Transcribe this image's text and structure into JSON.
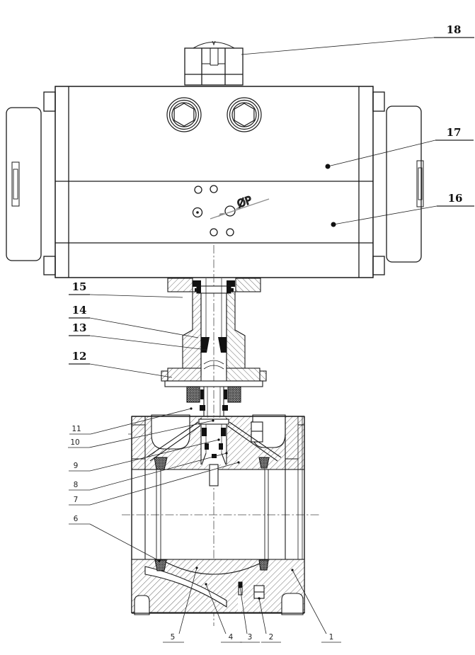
{
  "drawing": {
    "type": "technical-section",
    "subject": "Pneumatic actuator mounted on trunnion ball valve - sectional assembly drawing",
    "background": "#ffffff",
    "line_color": "#1a1a1a",
    "dim_color": "#8c8c8c",
    "seal_color": "#111111",
    "annotations": {
      "pressure_port": "ØP"
    },
    "callouts": [
      {
        "label": "1"
      },
      {
        "label": "2"
      },
      {
        "label": "3"
      },
      {
        "label": "4"
      },
      {
        "label": "5"
      },
      {
        "label": "6"
      },
      {
        "label": "7"
      },
      {
        "label": "8"
      },
      {
        "label": "9"
      },
      {
        "label": "10"
      },
      {
        "label": "11"
      },
      {
        "label": "12"
      },
      {
        "label": "13"
      },
      {
        "label": "14"
      },
      {
        "label": "15"
      },
      {
        "label": "16"
      },
      {
        "label": "17"
      },
      {
        "label": "18"
      }
    ]
  }
}
